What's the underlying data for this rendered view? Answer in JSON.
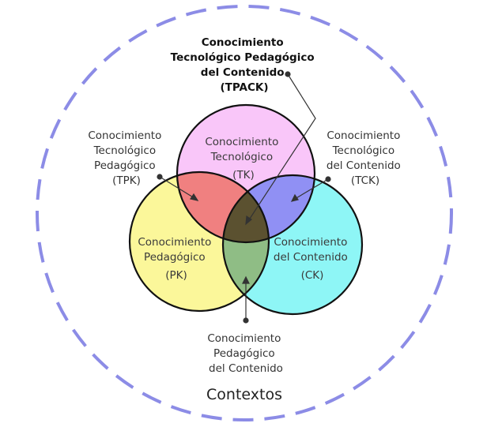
{
  "colors": {
    "outer_dashed": "#8c8ce6",
    "tk": "#f9c6f9",
    "pk": "#fbf79a",
    "ck": "#8ef6f6",
    "tpk": "#f08080",
    "tck": "#9090f4",
    "pck": "#8fbd85",
    "tpack": "#5b5130"
  },
  "tpack": {
    "lines": [
      "Conocimiento",
      "Tecnológico Pedagógico",
      "del Contenido",
      "(TPACK)"
    ]
  },
  "tpk": {
    "lines": [
      "Conocimiento",
      "Tecnológico",
      "Pedagógico",
      "(TPK)"
    ]
  },
  "tck": {
    "lines": [
      "Conocimiento",
      "Tecnológico",
      "del Contenido",
      "(TCK)"
    ]
  },
  "tk": {
    "lines": [
      "Conocimiento",
      "Tecnológico",
      "(TK)"
    ]
  },
  "pk": {
    "lines": [
      "Conocimiento",
      "Pedagógico",
      "(PK)"
    ]
  },
  "ck": {
    "lines": [
      "Conocimiento",
      "del Contenido",
      "(CK)"
    ]
  },
  "pck": {
    "lines": [
      "Conocimiento",
      "Pedagógico",
      "del Contenido"
    ]
  },
  "context": "Contextos"
}
